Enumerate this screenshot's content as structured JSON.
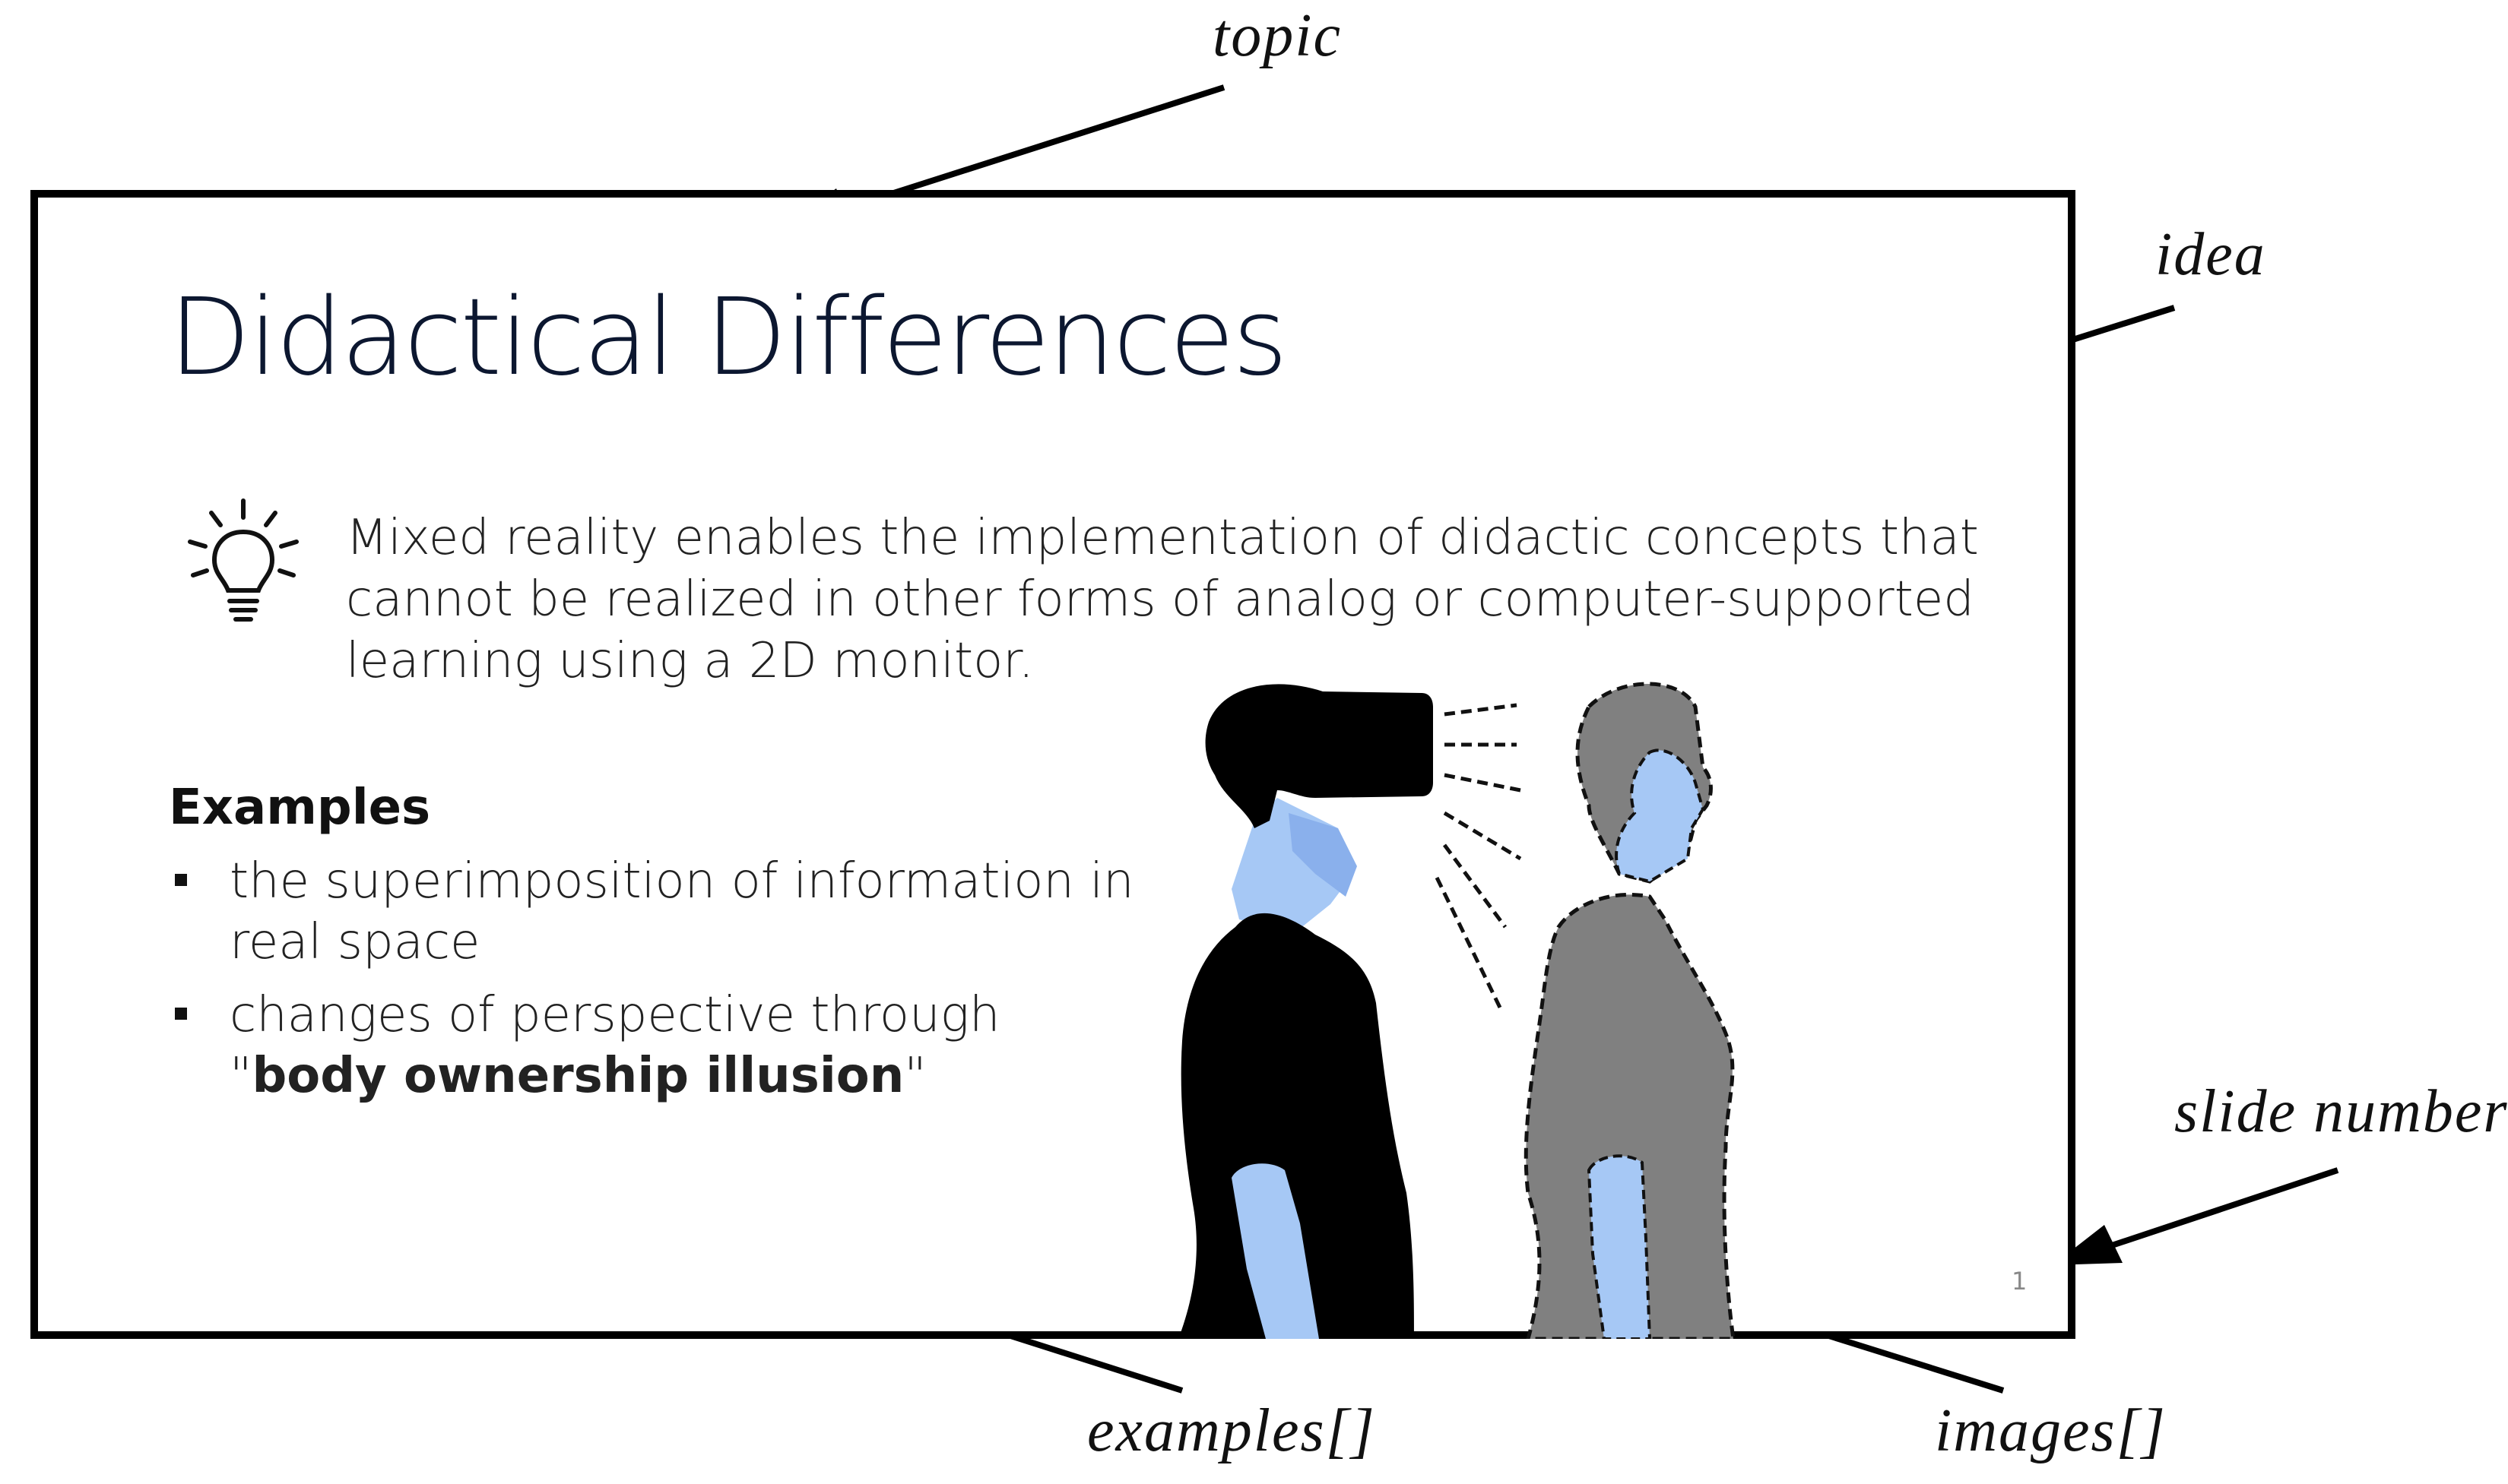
{
  "annotations": {
    "topic": "topic",
    "idea": "idea",
    "slide_number": "slide number",
    "examples": "examples[]",
    "images": "images[]"
  },
  "slide": {
    "title": "Didactical Differences",
    "idea_icon": "lightbulb-icon",
    "idea": "Mixed reality enables the implementation of didactic concepts that cannot be realized in other forms of analog or computer-supported learning using a 2D monitor.",
    "examples_heading": "Examples",
    "examples": [
      {
        "text": "the superimposition of information in real space"
      },
      {
        "text_before": "changes of perspective through \"",
        "bold": "body ownership illusion",
        "text_after": "\""
      }
    ],
    "image": "vr-user-body-ownership-illustration",
    "slide_number": "1"
  },
  "colors": {
    "title": "#0c1730",
    "figure_dark": "#000000",
    "figure_gray": "#808080",
    "skin_blue": "#a6c8f5",
    "skin_blue_dark": "#8ab0ec"
  }
}
